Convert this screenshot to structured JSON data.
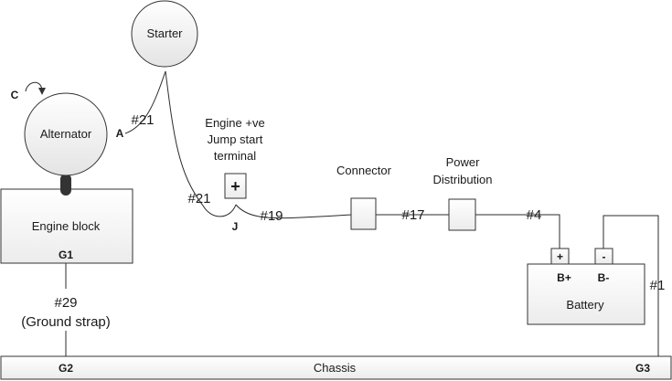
{
  "components": {
    "starter": "Starter",
    "alternator": "Alternator",
    "engine_block": "Engine block",
    "jump_terminal_lines": [
      "Engine +ve",
      "Jump start",
      "terminal"
    ],
    "jump_terminal_symbol": "+",
    "connector": "Connector",
    "power_distribution_lines": [
      "Power",
      "Distribution"
    ],
    "battery": "Battery",
    "chassis": "Chassis"
  },
  "points": {
    "C": "C",
    "A": "A",
    "J": "J",
    "G1": "G1",
    "G2": "G2",
    "G3": "G3",
    "b_plus": "B+",
    "b_minus": "B-",
    "plus_sign": "+",
    "minus_sign": "-"
  },
  "wires": {
    "w21_alt": "#21",
    "w21_jump": "#21",
    "w19": "#19",
    "w17": "#17",
    "w4": "#4",
    "w1": "#1",
    "w29": "#29",
    "ground_strap": "(Ground strap)"
  },
  "colors": {
    "box_fill": "#f4f4f4",
    "line": "#2b2b2b"
  }
}
